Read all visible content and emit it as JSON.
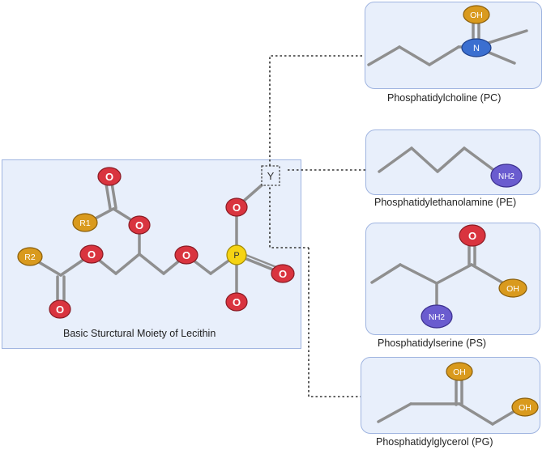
{
  "main": {
    "caption": "Basic Sturctural Moiety of Lecithin",
    "atoms": {
      "oxygen": "O",
      "phosphorus": "P",
      "r1": "R1",
      "r2": "R2",
      "y": "Y"
    }
  },
  "panels": [
    {
      "caption": "Phosphatidylcholine (PC)",
      "labels": {
        "oh": "OH",
        "n": "N"
      }
    },
    {
      "caption": "Phosphatidylethanolamine (PE)",
      "labels": {
        "nh2": "NH2"
      }
    },
    {
      "caption": "Phosphatidylserine (PS)",
      "labels": {
        "o": "O",
        "oh": "OH",
        "nh2": "NH2"
      }
    },
    {
      "caption": "Phosphatidylglycerol (PG)",
      "labels": {
        "oh_top": "OH",
        "oh_right": "OH"
      }
    }
  ],
  "colors": {
    "panel_fill": "#e8effb",
    "panel_border": "#9fb4e0",
    "bond": "#8f8f8f",
    "oxygen": "#d9343f",
    "phosphorus": "#f5d313",
    "r_group": "#d99a1e",
    "hydroxyl": "#d99a1e",
    "nitrogen": "#3b6fd0",
    "amine": "#6a5ccf",
    "connector": "#333333"
  }
}
